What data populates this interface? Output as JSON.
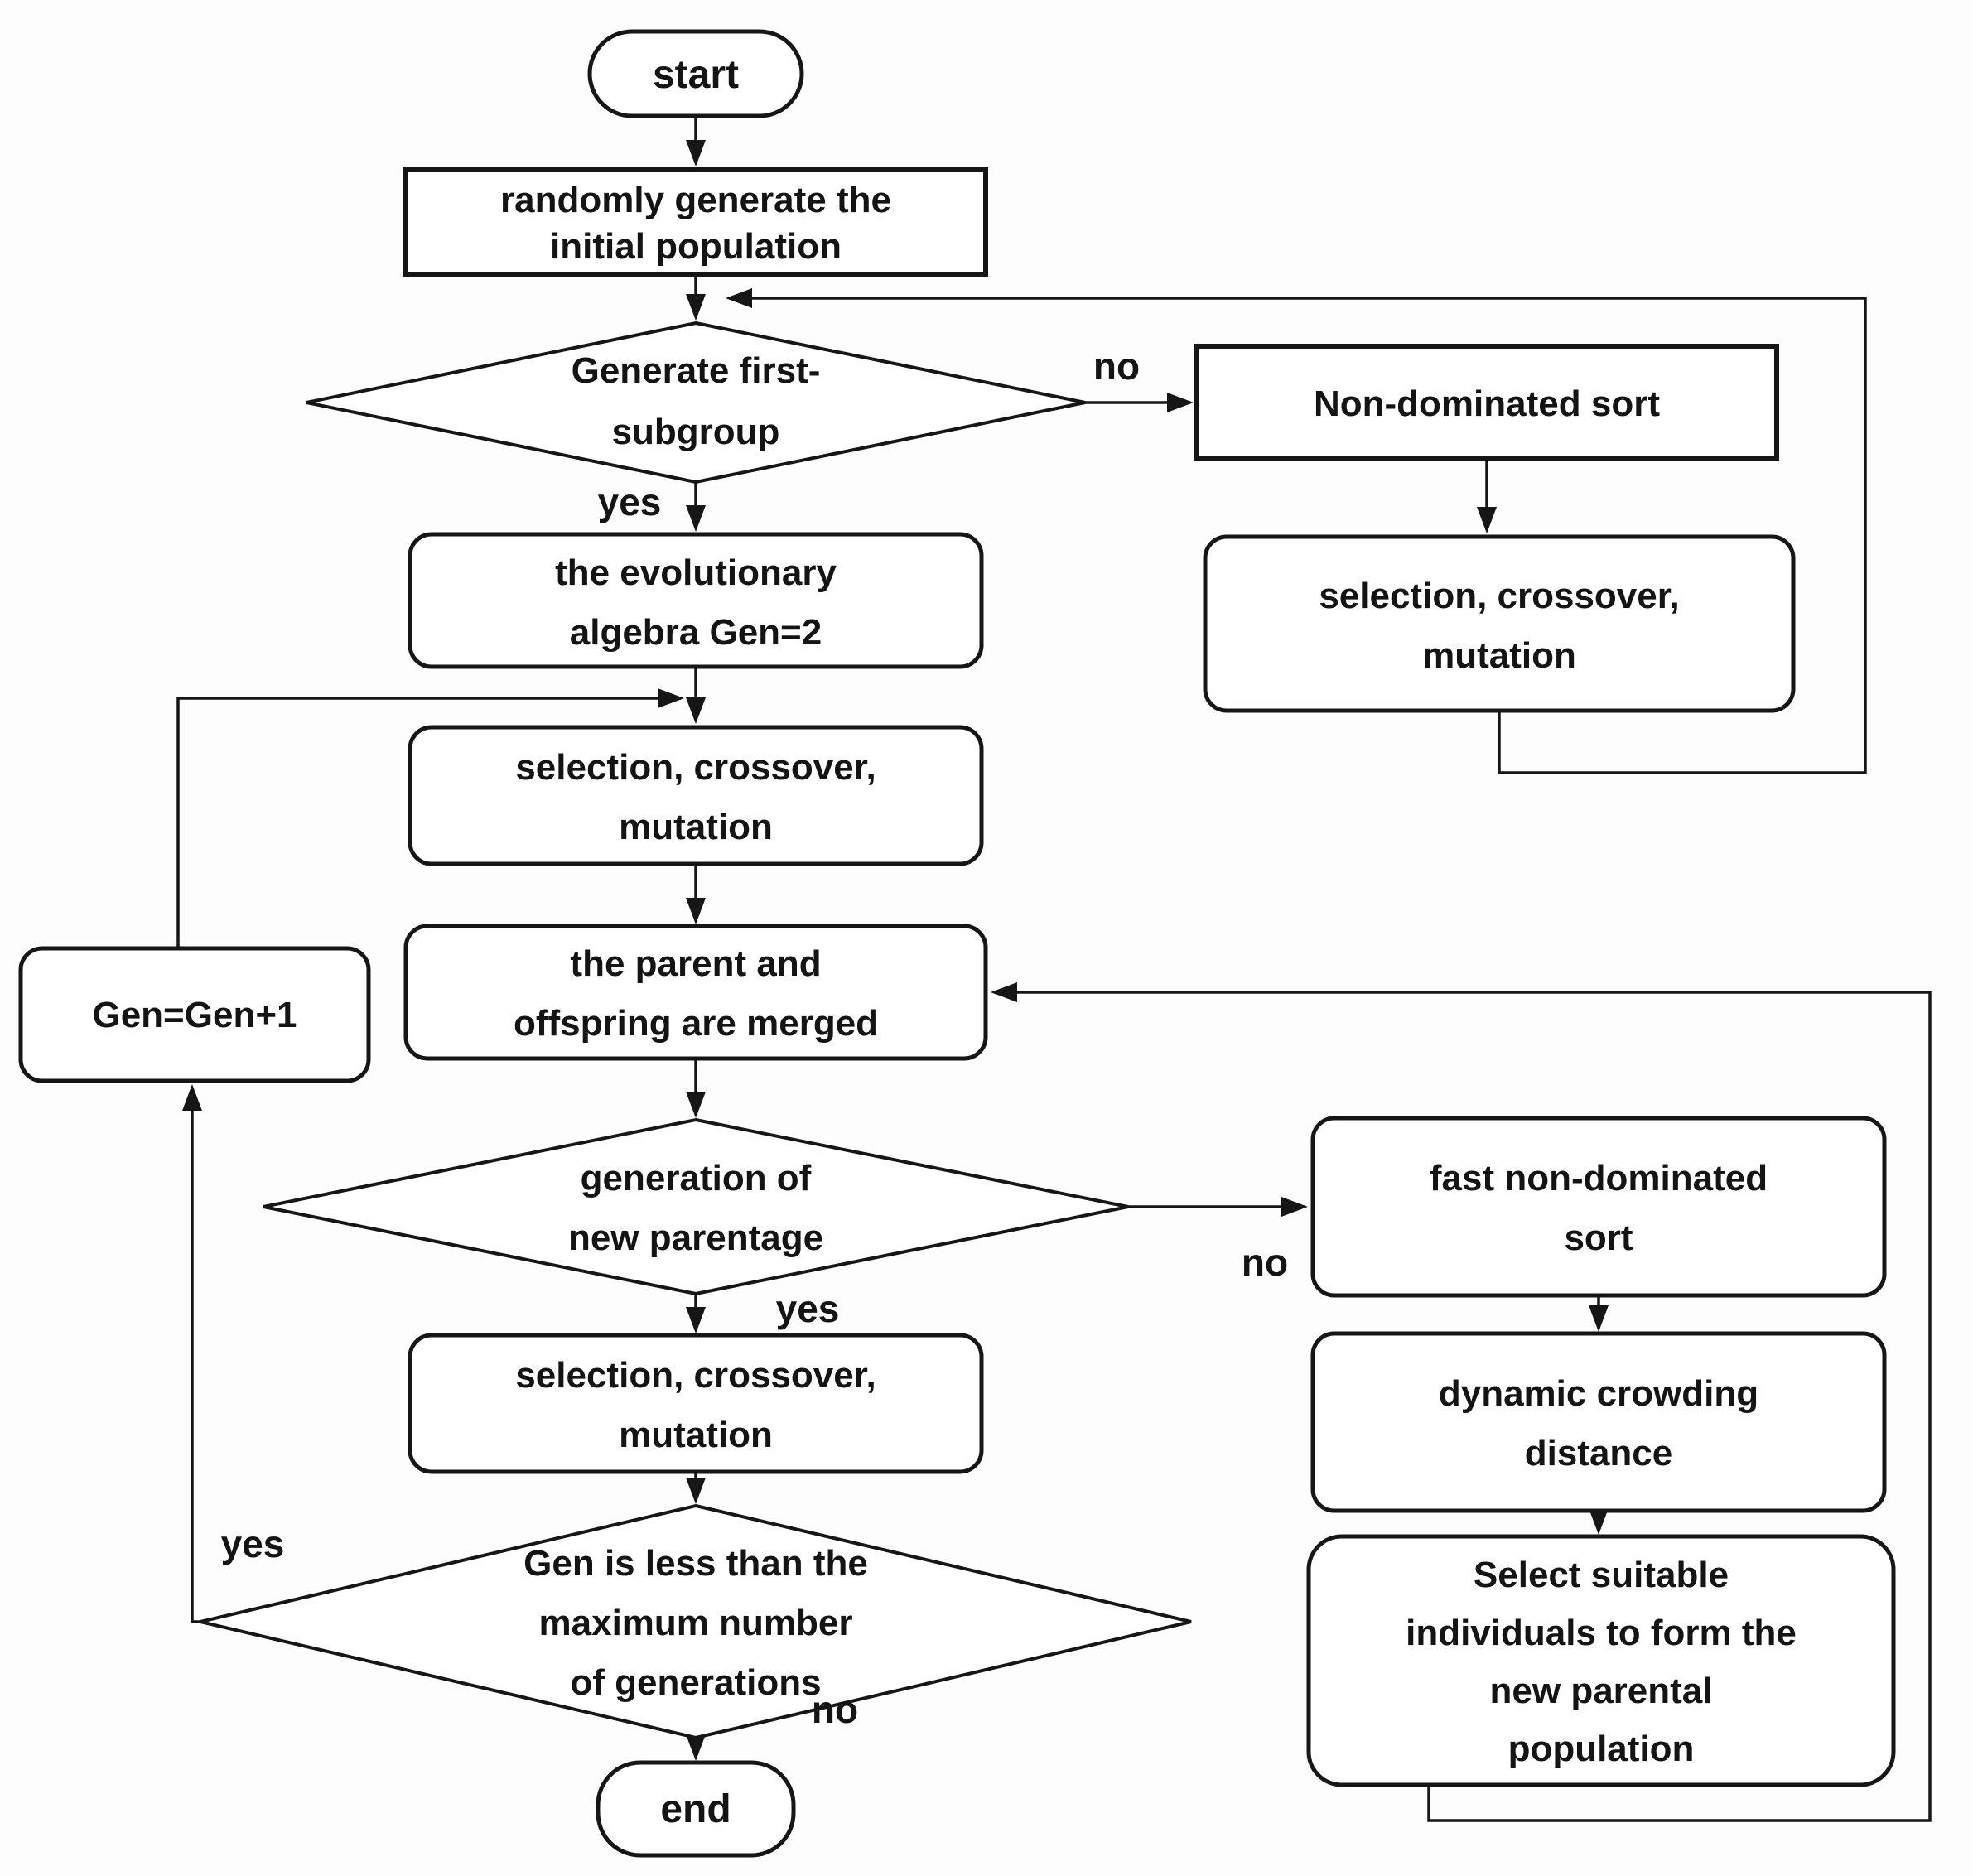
{
  "diagram": {
    "title": "evolutionary algorithm flowchart",
    "colors": {
      "line": "#161616",
      "background": "#ffffff",
      "text": "#141414"
    },
    "nodes": {
      "start": {
        "label": "start"
      },
      "init": {
        "line1": "randomly generate the",
        "line2": "initial population"
      },
      "d1": {
        "line1": "Generate first-",
        "line2": "subgroup"
      },
      "nondom": {
        "label": "Non-dominated sort"
      },
      "rsel": {
        "line1": "selection, crossover,",
        "line2": "mutation"
      },
      "gen2": {
        "line1": "the evolutionary",
        "line2": "algebra Gen=2"
      },
      "sel2": {
        "line1": "selection, crossover,",
        "line2": "mutation"
      },
      "parent": {
        "line1": "the parent and",
        "line2": "offspring are merged"
      },
      "gengen": {
        "label": "Gen=Gen+1"
      },
      "d2": {
        "line1": "generation of",
        "line2": "new parentage"
      },
      "fast": {
        "line1": "fast non-dominated",
        "line2": "sort"
      },
      "dyn": {
        "line1": "dynamic crowding",
        "line2": "distance"
      },
      "sel3": {
        "line1": "selection, crossover,",
        "line2": "mutation"
      },
      "d3": {
        "line1": "Gen is less than the",
        "line2": "maximum number",
        "line3": "of generations"
      },
      "select": {
        "line1": "Select suitable",
        "line2": "individuals to form the",
        "line3": "new parental",
        "line4": "population"
      },
      "end": {
        "label": "end"
      }
    },
    "labels": {
      "d1_no": "no",
      "d1_yes": "yes",
      "d2_yes": "yes",
      "d2_no": "no",
      "d3_yes": "yes",
      "d3_no": "no"
    }
  }
}
